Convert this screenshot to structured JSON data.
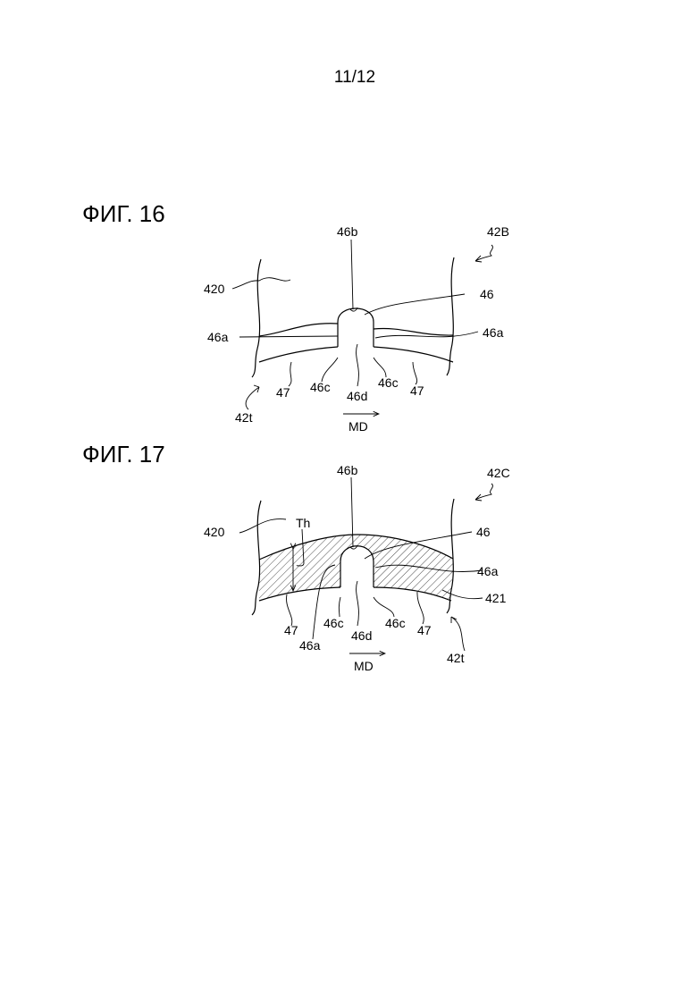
{
  "page_number": "11/12",
  "figures": [
    {
      "title": "ФИГ. 16",
      "labels": {
        "ref": "42B",
        "tip": "46b",
        "base": "420",
        "tab": "46",
        "edge_left": "46a",
        "edge_right": "46a",
        "cut_left": "47",
        "cut_right": "47",
        "side_left": "46c",
        "side_right": "46c",
        "center": "46d",
        "end": "42t",
        "direction": "MD"
      }
    },
    {
      "title": "ФИГ. 17",
      "labels": {
        "ref": "42C",
        "tip": "46b",
        "base": "420",
        "thickness": "Th",
        "tab": "46",
        "edge_right": "46a",
        "layer": "421",
        "edge_left": "46a",
        "cut_left": "47",
        "cut_right": "47",
        "side_left": "46c",
        "side_right": "46c",
        "center": "46d",
        "end": "42t",
        "direction": "MD"
      }
    }
  ]
}
